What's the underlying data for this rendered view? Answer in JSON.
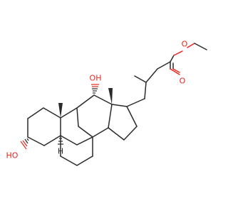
{
  "molecule": {
    "atom_labels": {
      "ester_carbonyl_o": "O",
      "ester_methoxy_o": "O",
      "c12_hydroxyl": "OH",
      "c3_hydroxyl": "HO",
      "c5_hydrogen": "H"
    },
    "colors": {
      "bond": "#2b2b2b",
      "oxygen": "#e8261b"
    }
  }
}
